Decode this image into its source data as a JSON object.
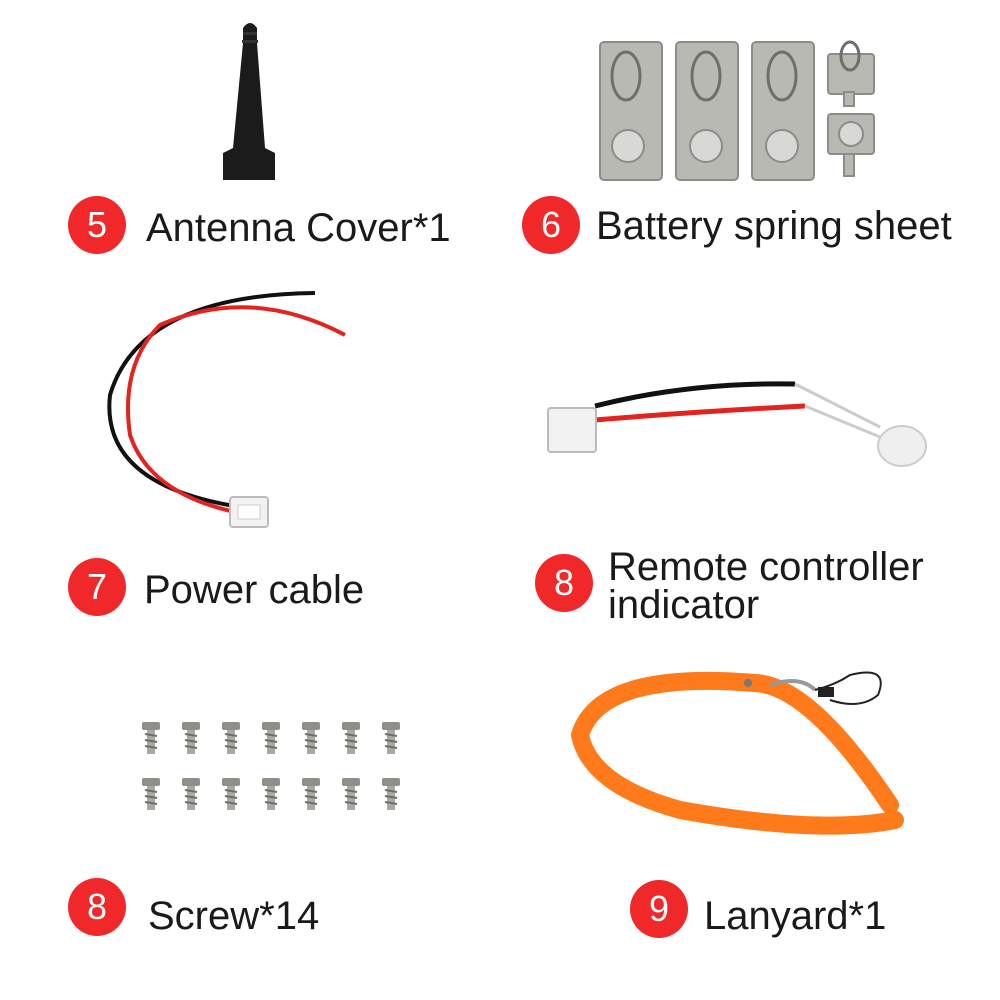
{
  "items": [
    {
      "number": "5",
      "label": "Antenna Cover*1",
      "icon": "antenna-cover-icon"
    },
    {
      "number": "6",
      "label": "Battery spring sheet",
      "icon": "battery-spring-icon"
    },
    {
      "number": "7",
      "label": "Power cable",
      "icon": "power-cable-icon"
    },
    {
      "number": "8",
      "label": "Remote controller indicator",
      "icon": "led-indicator-icon"
    },
    {
      "number": "8",
      "label": "Screw*14",
      "icon": "screw-icon"
    },
    {
      "number": "9",
      "label": "Lanyard*1",
      "icon": "lanyard-icon"
    }
  ],
  "colors": {
    "badge": "#f0282a",
    "text": "#1a1a1a",
    "wire_red": "#e3231f",
    "wire_black": "#111111",
    "lanyard": "#ff7a1a",
    "metal": "#b9b9b4"
  }
}
